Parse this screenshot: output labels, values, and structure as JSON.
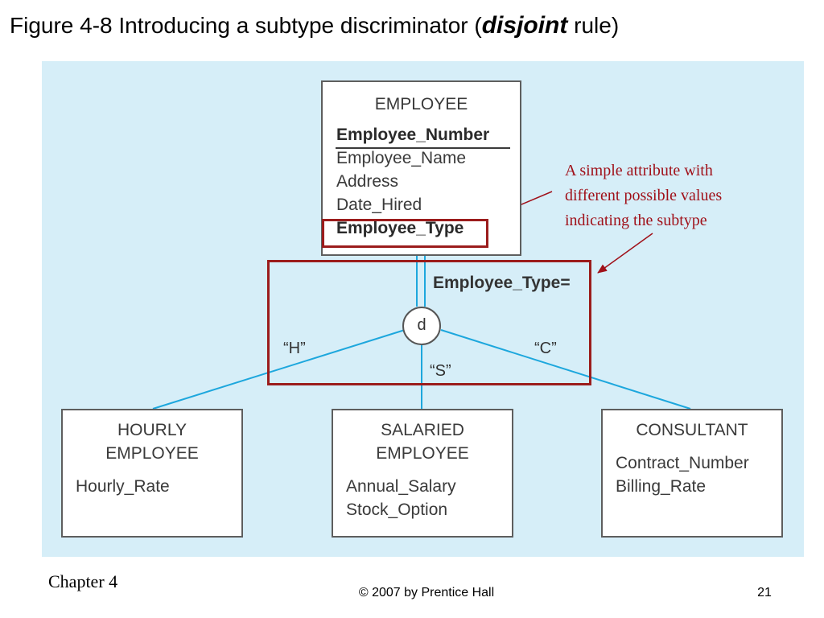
{
  "slide": {
    "title_prefix": "Figure 4-8 Introducing a subtype discriminator (",
    "title_emphasis": "disjoint",
    "title_suffix": " rule)",
    "footer_left": "Chapter 4",
    "footer_center": "© 2007 by Prentice Hall",
    "page_number": "21"
  },
  "diagram": {
    "supertype": {
      "name": "EMPLOYEE",
      "attributes": [
        "Employee_Number",
        "Employee_Name",
        "Address",
        "Date_Hired",
        "Employee_Type"
      ]
    },
    "discriminator_label": "Employee_Type=",
    "disjoint_symbol": "d",
    "branch_labels": {
      "hourly": "“H”",
      "salaried": "“S”",
      "consultant": "“C”"
    },
    "subtypes": [
      {
        "name_line1": "HOURLY",
        "name_line2": "EMPLOYEE",
        "attributes": [
          "Hourly_Rate"
        ]
      },
      {
        "name_line1": "SALARIED",
        "name_line2": "EMPLOYEE",
        "attributes": [
          "Annual_Salary",
          "Stock_Option"
        ]
      },
      {
        "name_line1": "CONSULTANT",
        "name_line2": "",
        "attributes": [
          "Contract_Number",
          "Billing_Rate"
        ]
      }
    ],
    "annotation_lines": [
      "A simple attribute with",
      "different possible values",
      "indicating the subtype"
    ],
    "colors": {
      "connector": "#1da7dd",
      "highlight": "#9b1c1c",
      "annotation": "#a0111a",
      "canvas": "#d6eef8"
    }
  }
}
